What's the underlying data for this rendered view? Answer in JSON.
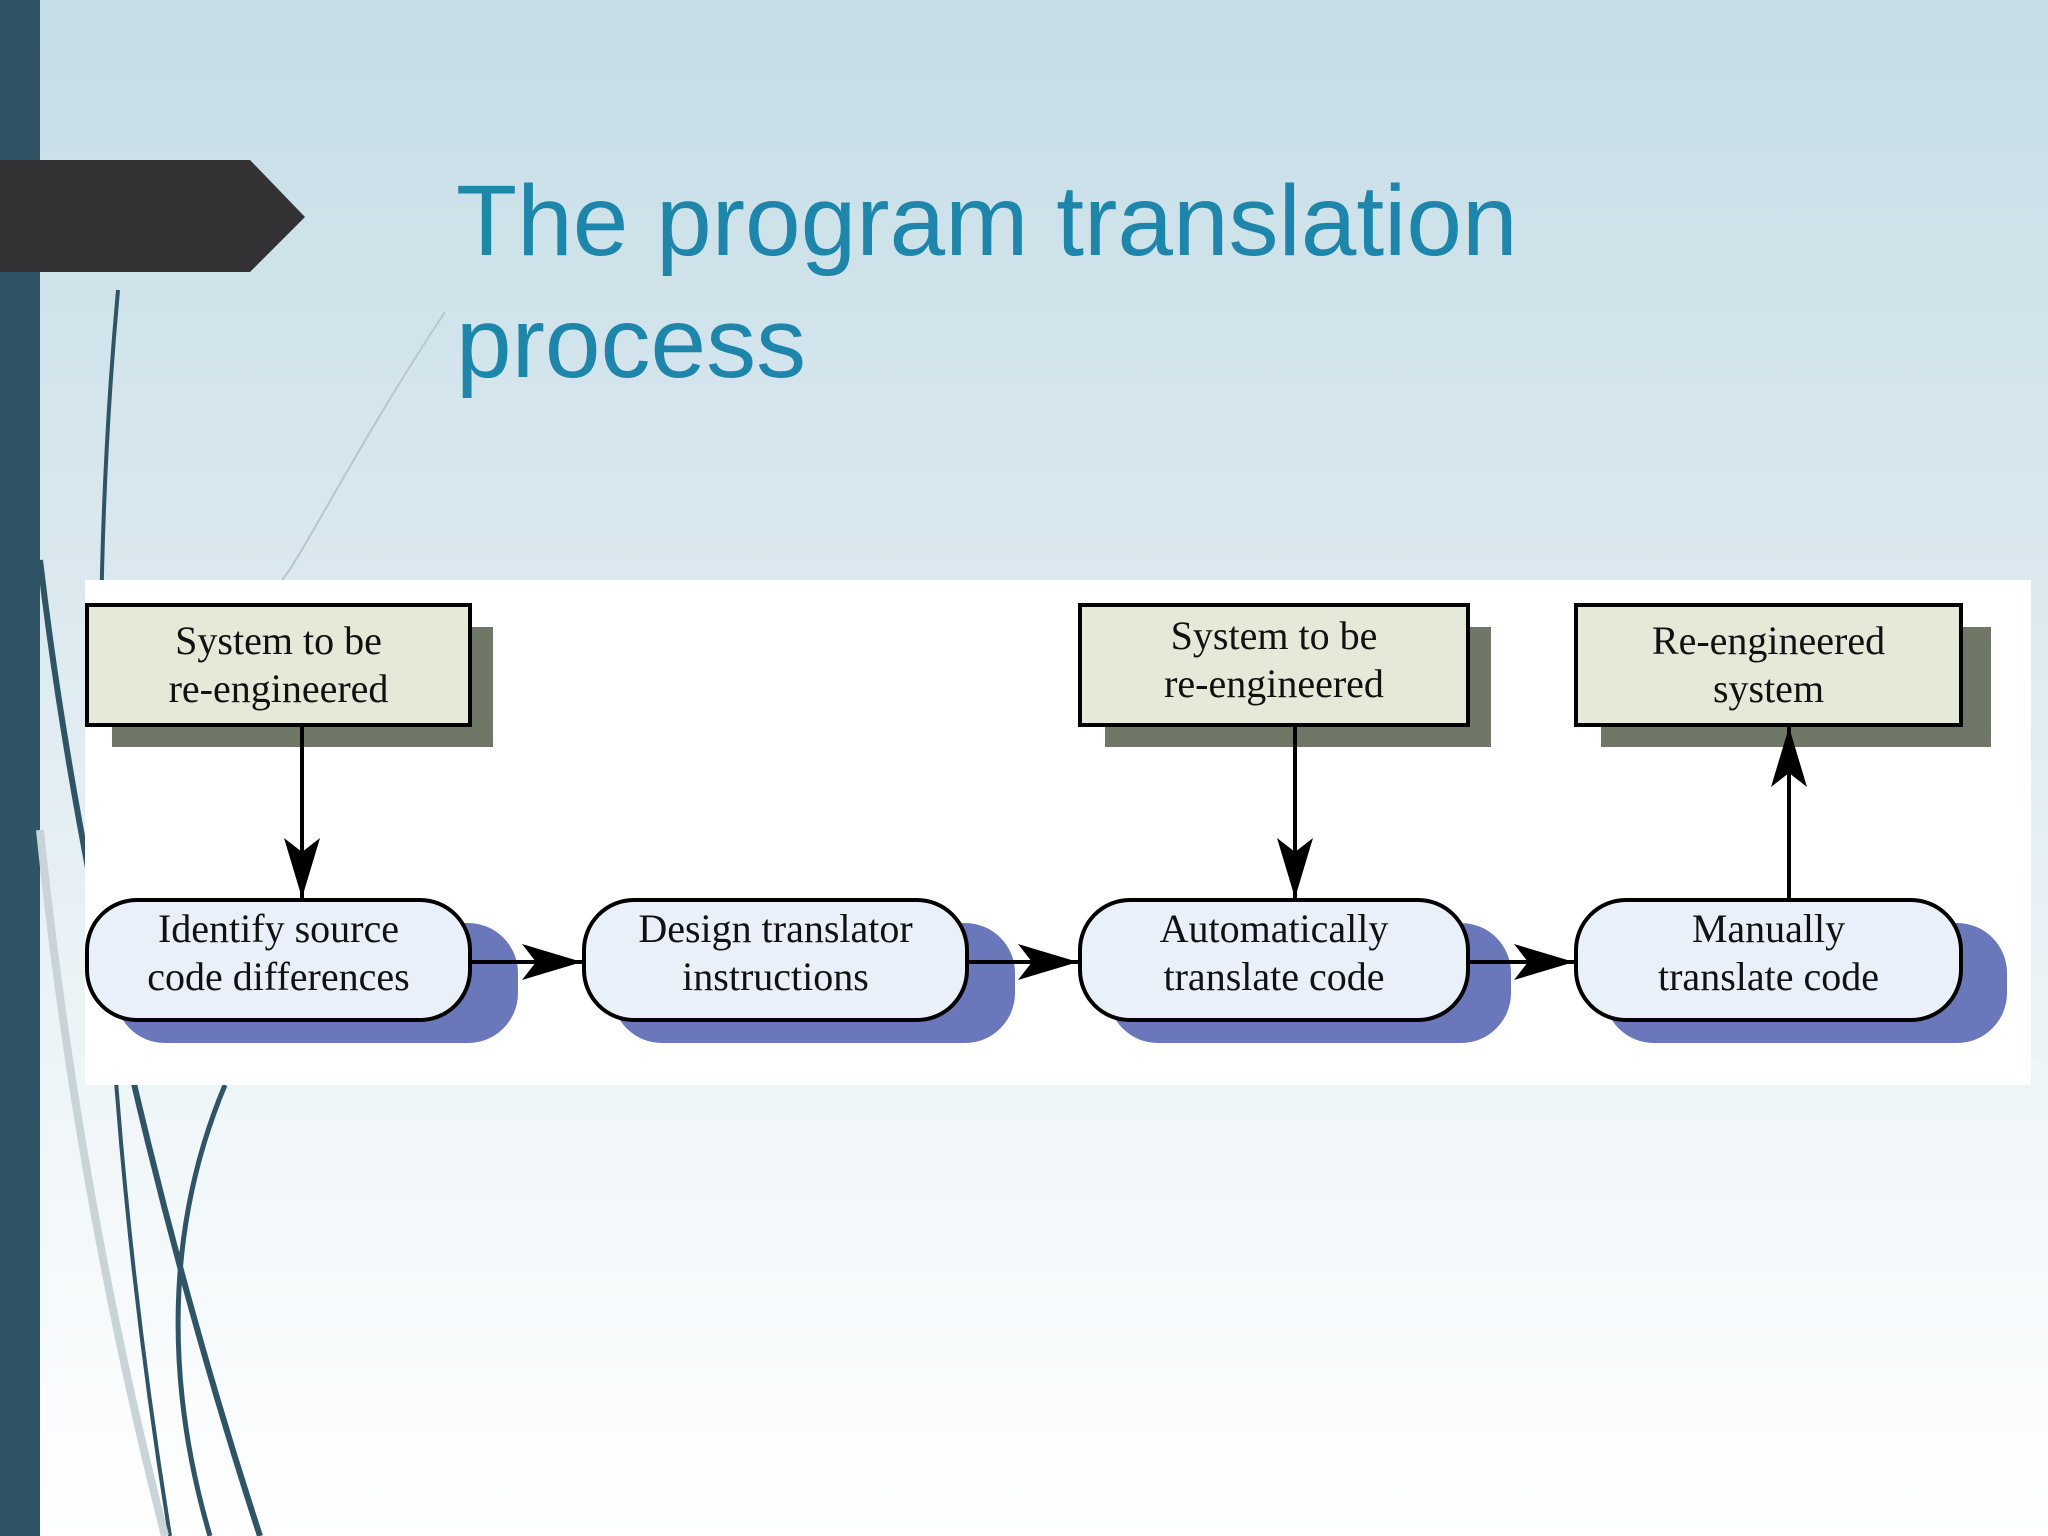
{
  "slide": {
    "title_line1": "The program translation",
    "title_line2": "process"
  },
  "diagram": {
    "colors": {
      "box_fill": "#e4ead7",
      "box_shadow": "#6f7866",
      "pill_fill": "#e9f0fa",
      "pill_shadow": "#6a78bb",
      "stroke": "#000000"
    },
    "boxes": [
      {
        "id": "box-source",
        "line1": "System to be",
        "line2": "re-engineered"
      },
      {
        "id": "box-target",
        "line1": "System to be",
        "line2": "re-engineered"
      },
      {
        "id": "box-result",
        "line1": "Re-engineered",
        "line2": "system"
      }
    ],
    "steps": [
      {
        "id": "step-identify",
        "line1": "Identify source",
        "line2": "code differences"
      },
      {
        "id": "step-design",
        "line1": "Design translator",
        "line2": "instructions"
      },
      {
        "id": "step-auto",
        "line1": "Automatically",
        "line2": "translate code"
      },
      {
        "id": "step-manual",
        "line1": "Manually",
        "line2": "translate code"
      }
    ]
  }
}
